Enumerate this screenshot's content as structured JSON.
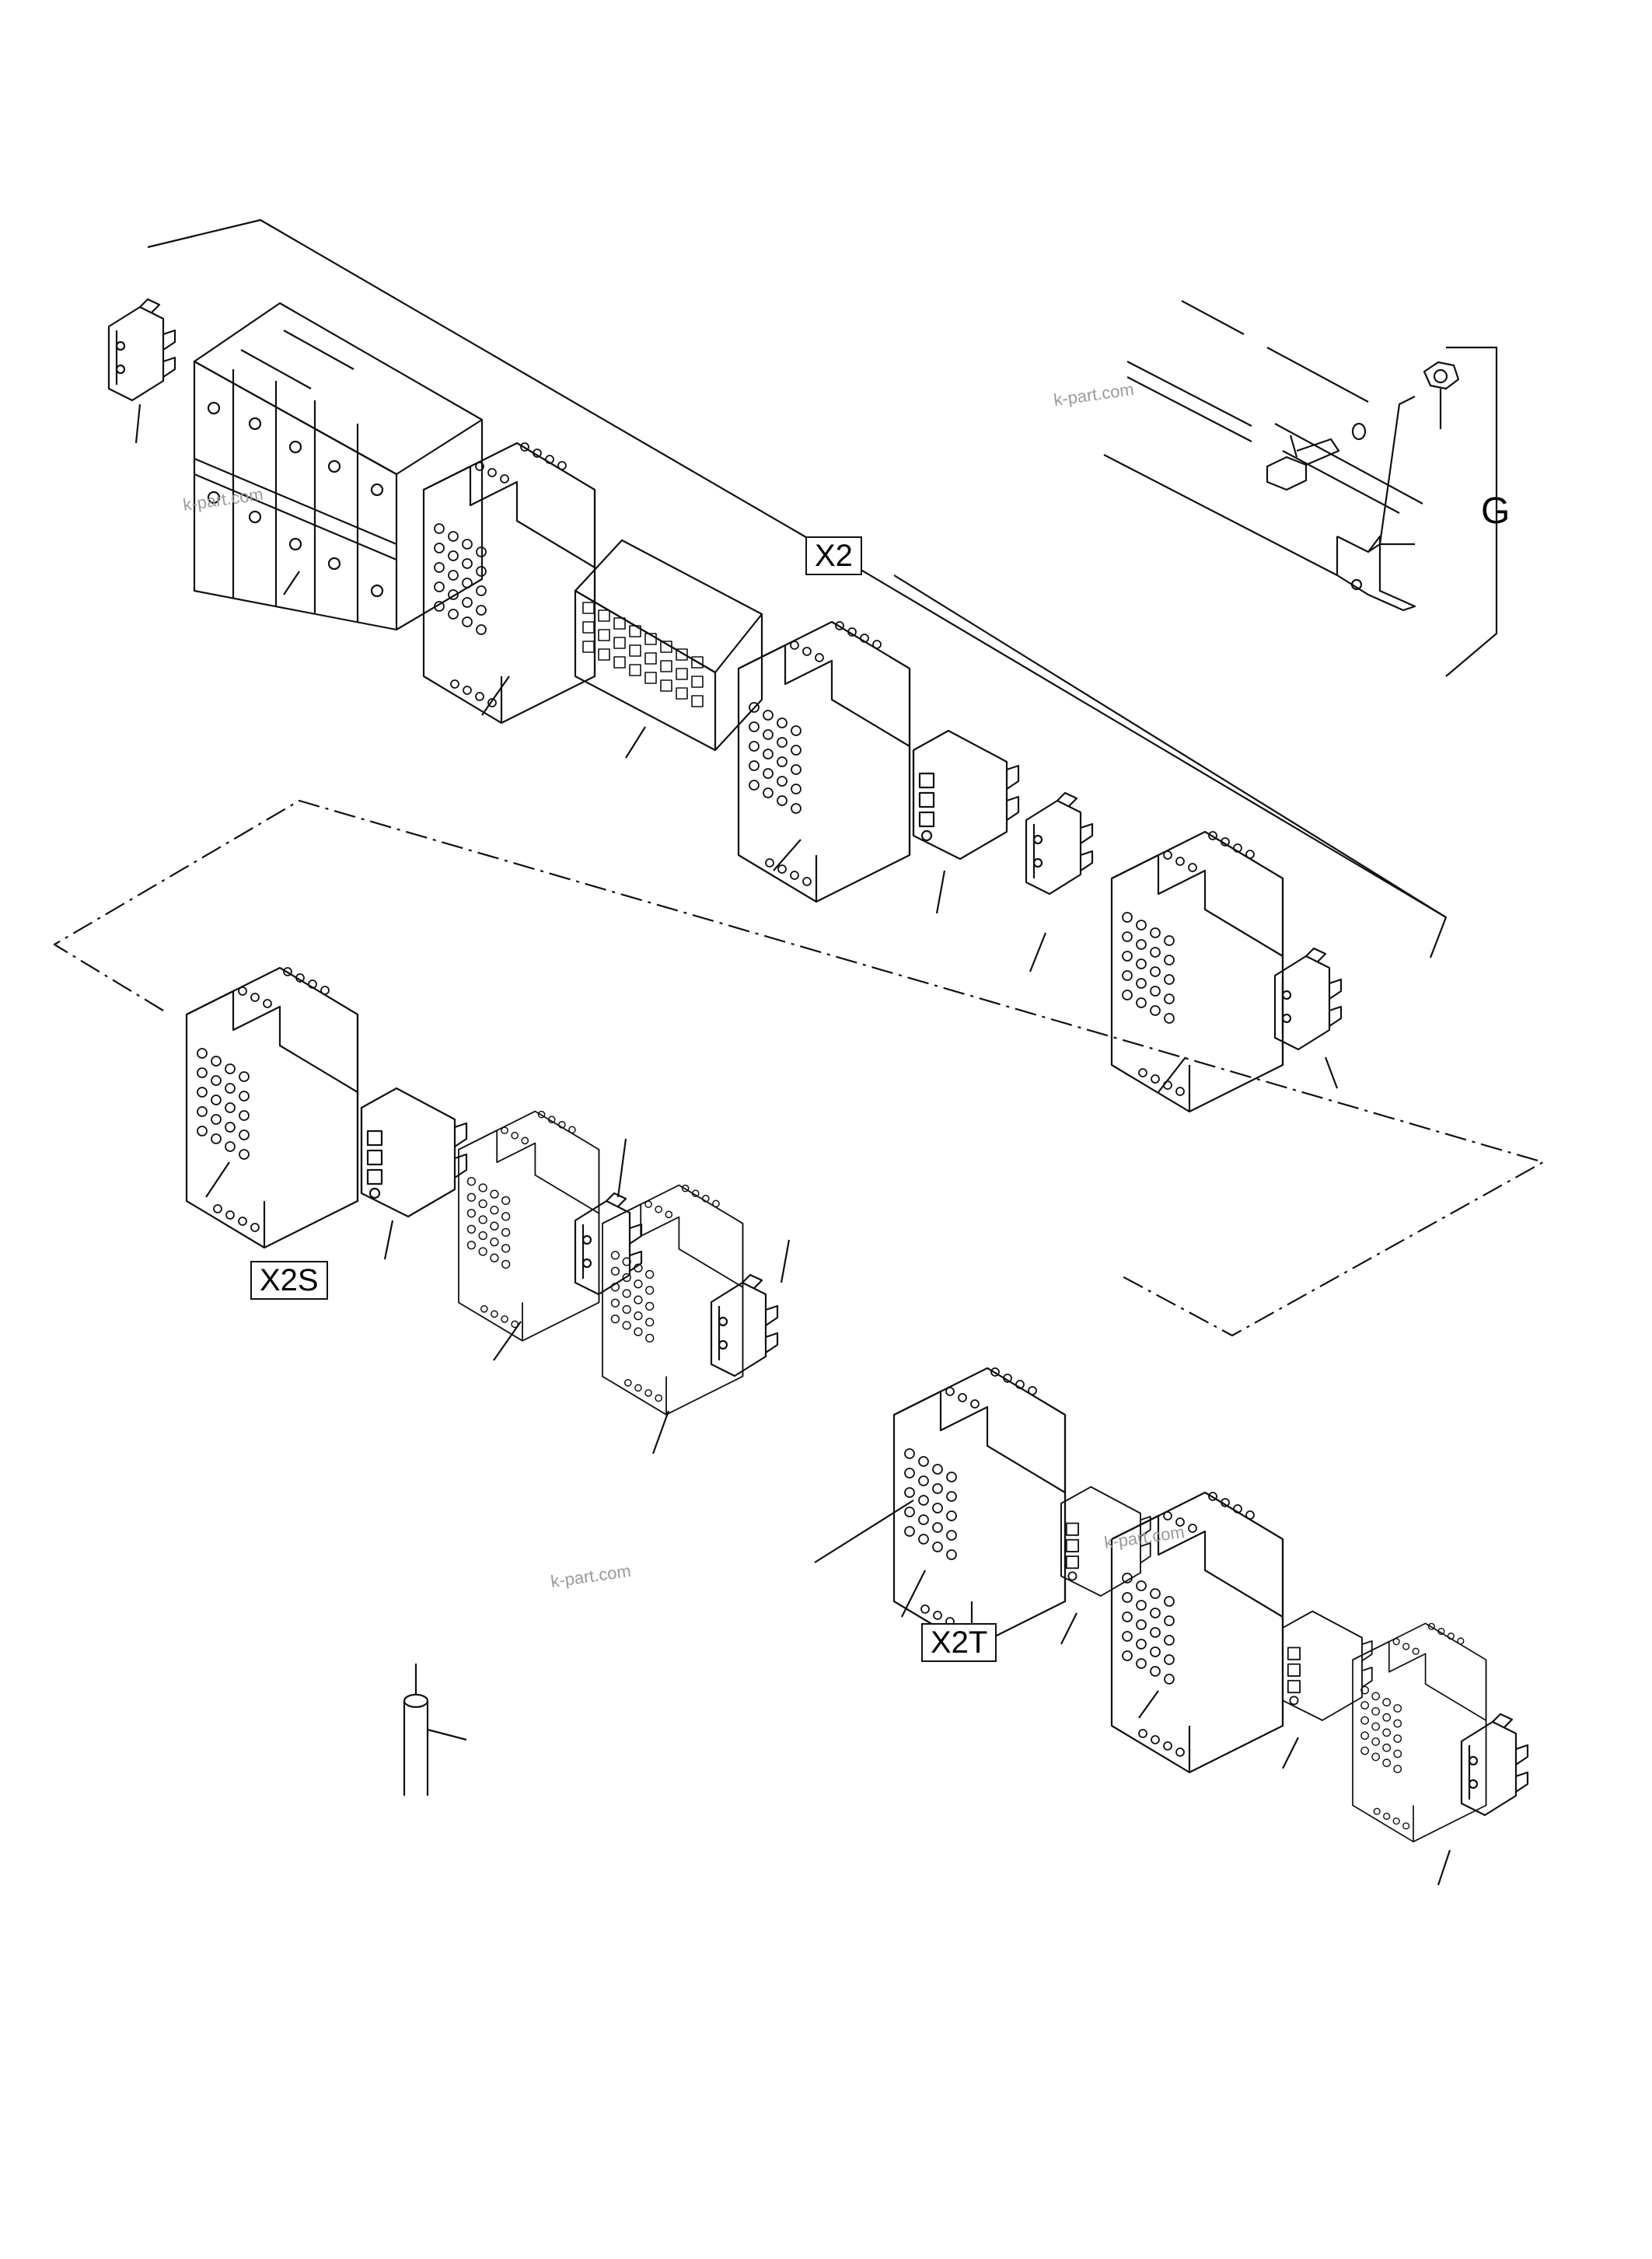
{
  "labels": {
    "x2": "X2",
    "x2s": "X2S",
    "x2t": "X2T",
    "g": "G"
  },
  "watermark": "k-part.com",
  "colors": {
    "line": "#111111",
    "watermark": "#9a9a9a"
  }
}
